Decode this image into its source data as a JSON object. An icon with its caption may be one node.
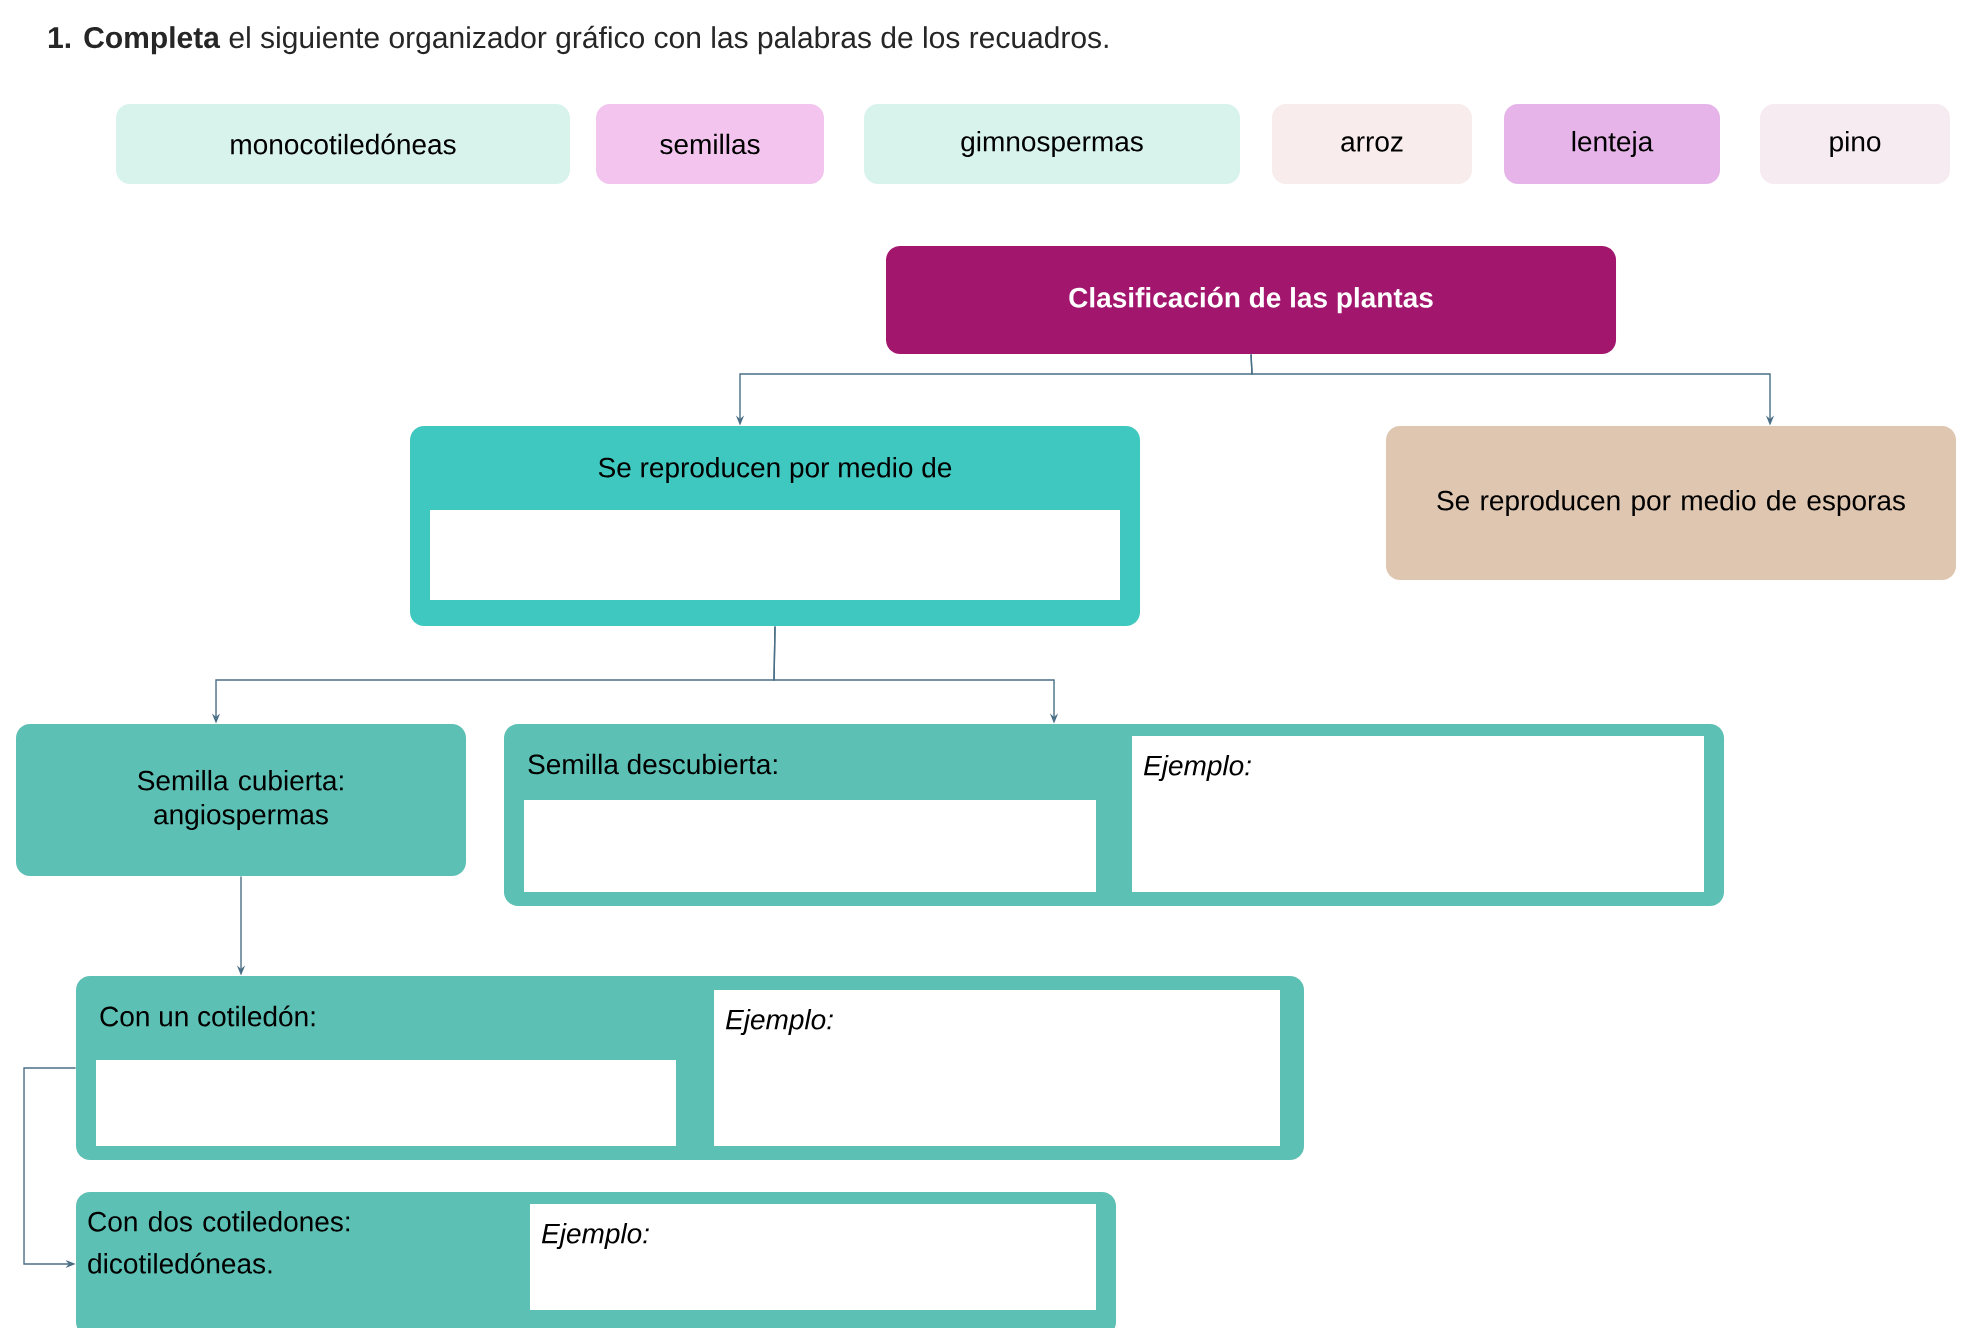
{
  "diagram": {
    "title": "**1. Completa** el siguiente organizador gráfico con las palabras de los recuadros.",
    "nodes": [
      {
        "text": [
          "monocotiledóneas"
        ]
      },
      {
        "text": [
          "semillas"
        ]
      },
      {
        "text": [
          "gimnospermas"
        ]
      },
      {
        "text": [
          "arroz"
        ]
      },
      {
        "text": [
          "lenteja"
        ]
      },
      {
        "text": [
          "pino"
        ]
      },
      {
        "text": [
          "Clasificación de las plantas"
        ]
      },
      {
        "text": [
          "Se reproducen por medio de"
        ]
      },
      {
        "text": [],
        "shape": "box",
        "in": 7
      },
      {
        "text": [
          "Se reproducen por medio de esporas"
        ]
      },
      {
        "text": [
          "Semilla cubierta: angiospermas"
        ]
      },
      {
        "text": [
          "Semilla descubierta:"
        ]
      },
      {
        "text": [],
        "shape": "box",
        "in": 11
      },
      {
        "text": [
          "Ejemplo:"
        ],
        "in": 11
      },
      {
        "text": [
          "Con un cotiledón:"
        ]
      },
      {
        "text": [],
        "shape": "box",
        "in": 14
      },
      {
        "text": [
          "Ejemplo:"
        ],
        "in": 14
      },
      {
        "text": [
          "Con dos cotiledones: dicotiledóneas."
        ]
      },
      {
        "text": [
          "Ejemplo:"
        ],
        "in": 17
      }
    ],
    "edges": [
      {
        "from": 6,
        "to": 7,
        "arrow": "to"
      },
      {
        "from": 6,
        "to": 9,
        "arrow": "to"
      },
      {
        "from": 7,
        "to": 10,
        "arrow": "to"
      },
      {
        "from": 7,
        "to": 11,
        "arrow": "to"
      },
      {
        "from": 10,
        "to": 14,
        "arrow": "to"
      },
      {
        "from": 14,
        "to": 17,
        "arrow": "to"
      }
    ]
  }
}
